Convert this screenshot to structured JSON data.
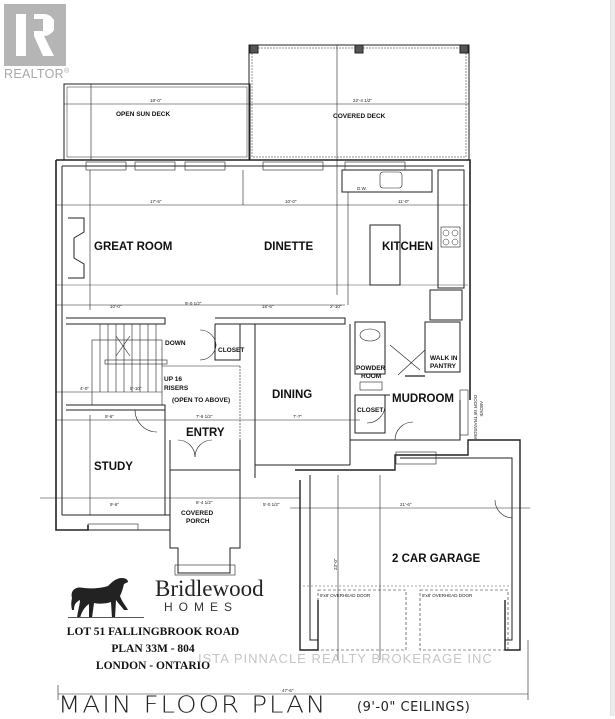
{
  "realtor_logo": {
    "label": "REALTOR",
    "reg": "®"
  },
  "plan": {
    "rooms": {
      "open_sun_deck": "OPEN SUN DECK",
      "covered_deck": "COVERED DECK",
      "great_room": "GREAT ROOM",
      "dinette": "DINETTE",
      "kitchen": "KITCHEN",
      "down": "DOWN",
      "closet_1": "CLOSET",
      "up_risers_1": "UP 16",
      "up_risers_2": "RISERS",
      "open_to_above": "(OPEN TO ABOVE)",
      "dining": "DINING",
      "powder_1": "POWDER",
      "powder_2": "ROOM",
      "walkin_1": "WALK IN",
      "walkin_2": "PANTRY",
      "mudroom": "MUDROOM",
      "closet_2": "CLOSET",
      "entry": "ENTRY",
      "study": "STUDY",
      "covered_porch_1": "COVERED",
      "covered_porch_2": "PORCH",
      "garage": "2 CAR GARAGE",
      "overhead_door_1": "9'x8' OVERHEAD DOOR",
      "overhead_door_2": "9'x8' OVERHEAD DOOR",
      "transom_1": "DOOR W/ TRANSOM",
      "transom_2": "ABOVE",
      "dw": "D.W."
    },
    "dimensions": {
      "sun_deck_width": "18'-0\"",
      "covered_deck_width": "22'-4 1/2\"",
      "great_room_width": "17'-5\"",
      "dinette_width": "10'-0\"",
      "kitchen_width": "11'-0\"",
      "great_room_lower": "10'-0\"",
      "mid_gap": "9'-0 1/2\"",
      "dinette_lower": "18'-6\"",
      "right_lower": "2'-10\"",
      "stair_left": "4'-0\"",
      "stair_right": "5'-10\"",
      "study_upper": "9'-6\"",
      "entry_width": "7'-9 1/2\"",
      "dining_width": "7'-7\"",
      "study_lower": "9'-6\"",
      "porch_width": "6'-4 1/2\"",
      "right_of_porch": "5'-0 1/2\"",
      "garage_width": "21'-6\"",
      "garage_depth": "23'-0\"",
      "overall_width": "47'-6\""
    }
  },
  "brand": {
    "name": "Bridlewood",
    "sub": "HOMES"
  },
  "lot_info": {
    "line1": "LOT  51 FALLINGBROOK ROAD",
    "line2": "PLAN  33M  -  804",
    "line3": "LONDON  -  ONTARIO"
  },
  "watermark": "ISTA PINNACLE REALTY BROKERAGE INC",
  "title": {
    "main": "MAIN FLOOR PLAN",
    "ceilings": "(9'-0\" CEILINGS)"
  }
}
